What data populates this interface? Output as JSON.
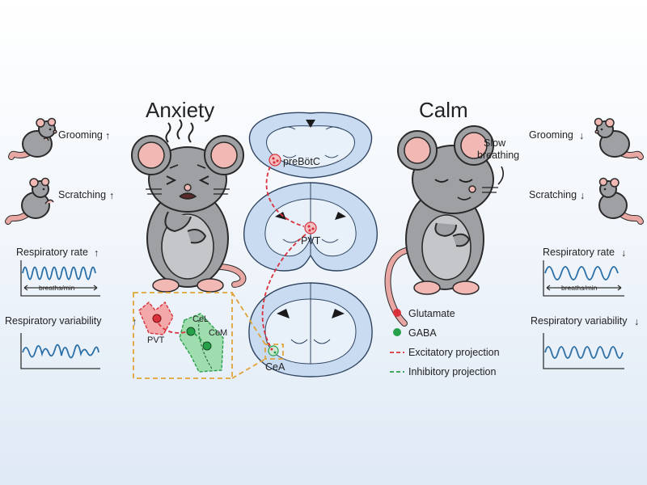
{
  "titles": {
    "left": "Anxiety",
    "right": "Calm"
  },
  "left_panel": {
    "grooming": "Grooming",
    "scratching": "Scratching",
    "resp_rate": "Respiratory rate",
    "resp_var": "Respiratory variability",
    "breaths_unit": "breaths/min",
    "arrow": "↑"
  },
  "right_panel": {
    "grooming": "Grooming",
    "scratching": "Scratching",
    "resp_rate": "Respiratory rate",
    "resp_var": "Respiratory variability",
    "breaths_unit": "breaths/min",
    "arrow": "↓",
    "slow_breathing_1": "Slow",
    "slow_breathing_2": "breathing"
  },
  "regions": {
    "prebotc": "preBötC",
    "pvt": "PVT",
    "cea": "CeA",
    "inset_pvt": "PVT",
    "cel": "CeL",
    "cem": "CeM"
  },
  "legend": [
    {
      "label": "Glutamate",
      "color": "#d9323c",
      "kind": "dot"
    },
    {
      "label": "GABA",
      "color": "#27a04a",
      "kind": "dot"
    },
    {
      "label": "Excitatory projection",
      "color": "#d9323c",
      "kind": "dash"
    },
    {
      "label": "Inhibitory projection",
      "color": "#27a04a",
      "kind": "dash"
    }
  ],
  "colors": {
    "excitatory": "#d9323c",
    "inhibitory": "#27a04a",
    "brain": "#c9dbf0",
    "wave": "#2a6fa8",
    "inset_border": "#e0a43a"
  }
}
